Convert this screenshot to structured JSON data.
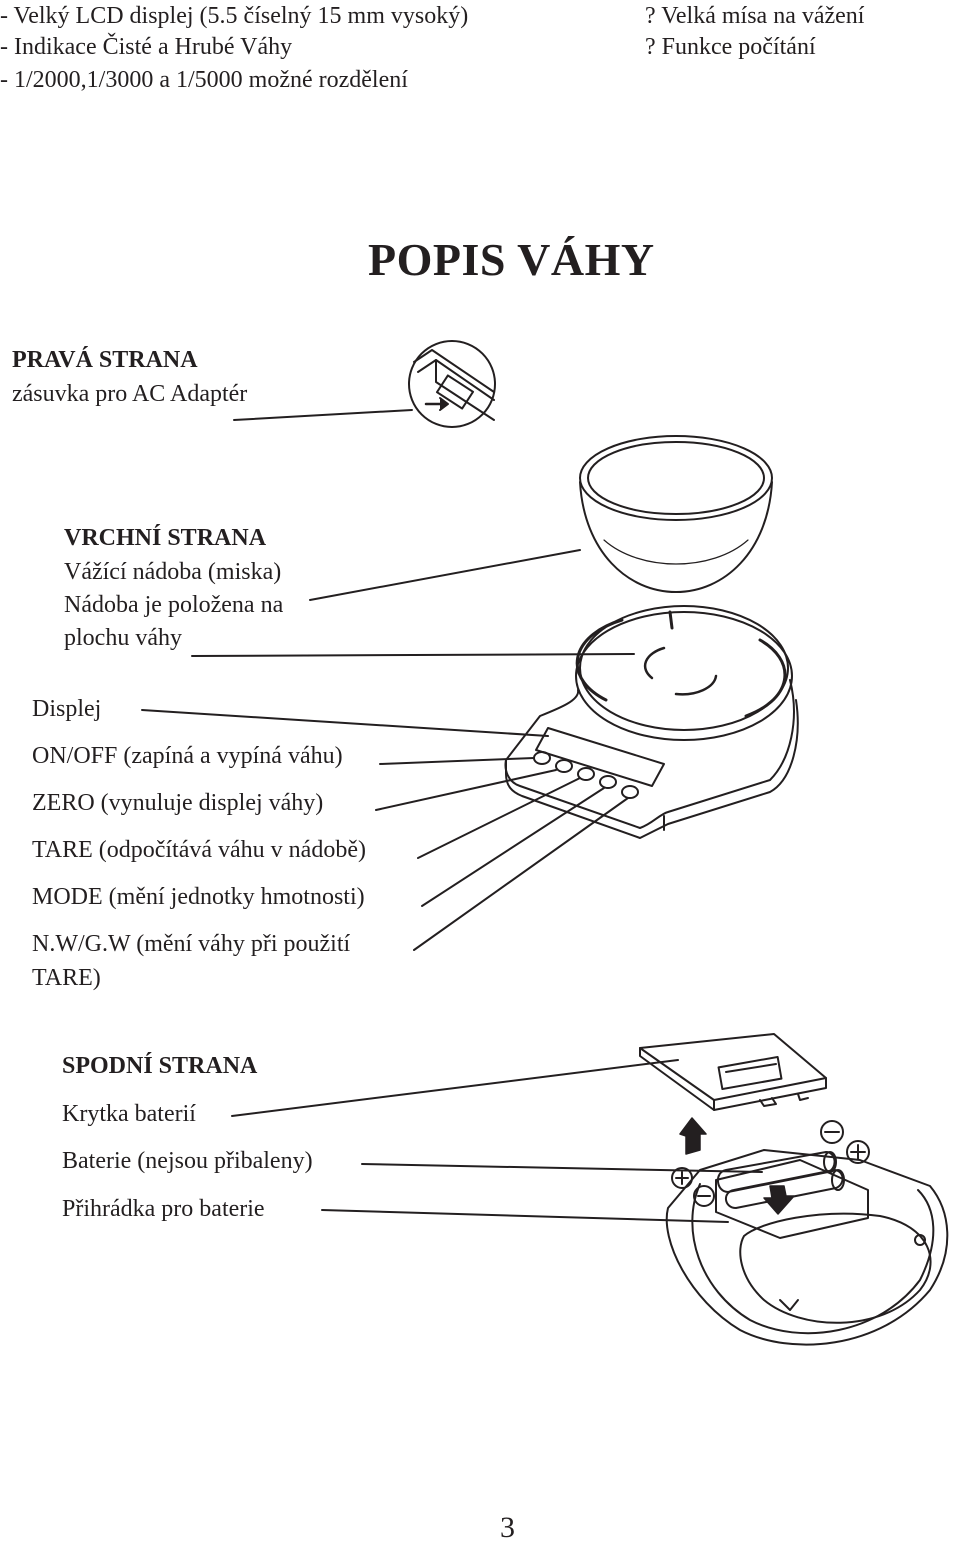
{
  "features": {
    "left": [
      "- Velký LCD displej (5.5 číselný 15 mm vysoký)",
      "-  Indikace Čisté a Hrubé Váhy",
      "- 1/2000,1/3000 a 1/5000 možné rozdělení"
    ],
    "right": [
      "? Velká mísa na vážení",
      "? Funkce počítání"
    ]
  },
  "section_title": "POPIS VÁHY",
  "right_side": {
    "heading": "PRAVÁ STRANA",
    "item": "zásuvka pro AC Adaptér"
  },
  "top_side": {
    "heading": "VRCHNÍ STRANA",
    "lines": [
      "Vážící nádoba (miska)",
      "Nádoba je položena na",
      "plochu váhy"
    ]
  },
  "controls": {
    "display": "Displej",
    "on_off": "ON/OFF (zapíná a vypíná váhu)",
    "zero": "ZERO (vynuluje displej váhy)",
    "tare": "TARE (odpočítává váhu v nádobě)",
    "mode": "MODE (mění jednotky hmotnosti)",
    "nwgw_line1": "N.W/G.W (mění váhy při použití",
    "nwgw_line2": "TARE)"
  },
  "bottom_side": {
    "heading": "SPODNÍ STRANA",
    "battery_cover": "Krytka baterií",
    "batteries": "Baterie (nejsou přibaleny)",
    "battery_compartment": "Přihrádka pro baterie"
  },
  "page_number": "3",
  "colors": {
    "ink": "#231f20",
    "paper": "#ffffff"
  },
  "icons": {
    "plus": "plus-icon",
    "minus": "minus-icon",
    "arrow_up": "arrow-up-icon",
    "arrow_down": "arrow-down-icon"
  }
}
